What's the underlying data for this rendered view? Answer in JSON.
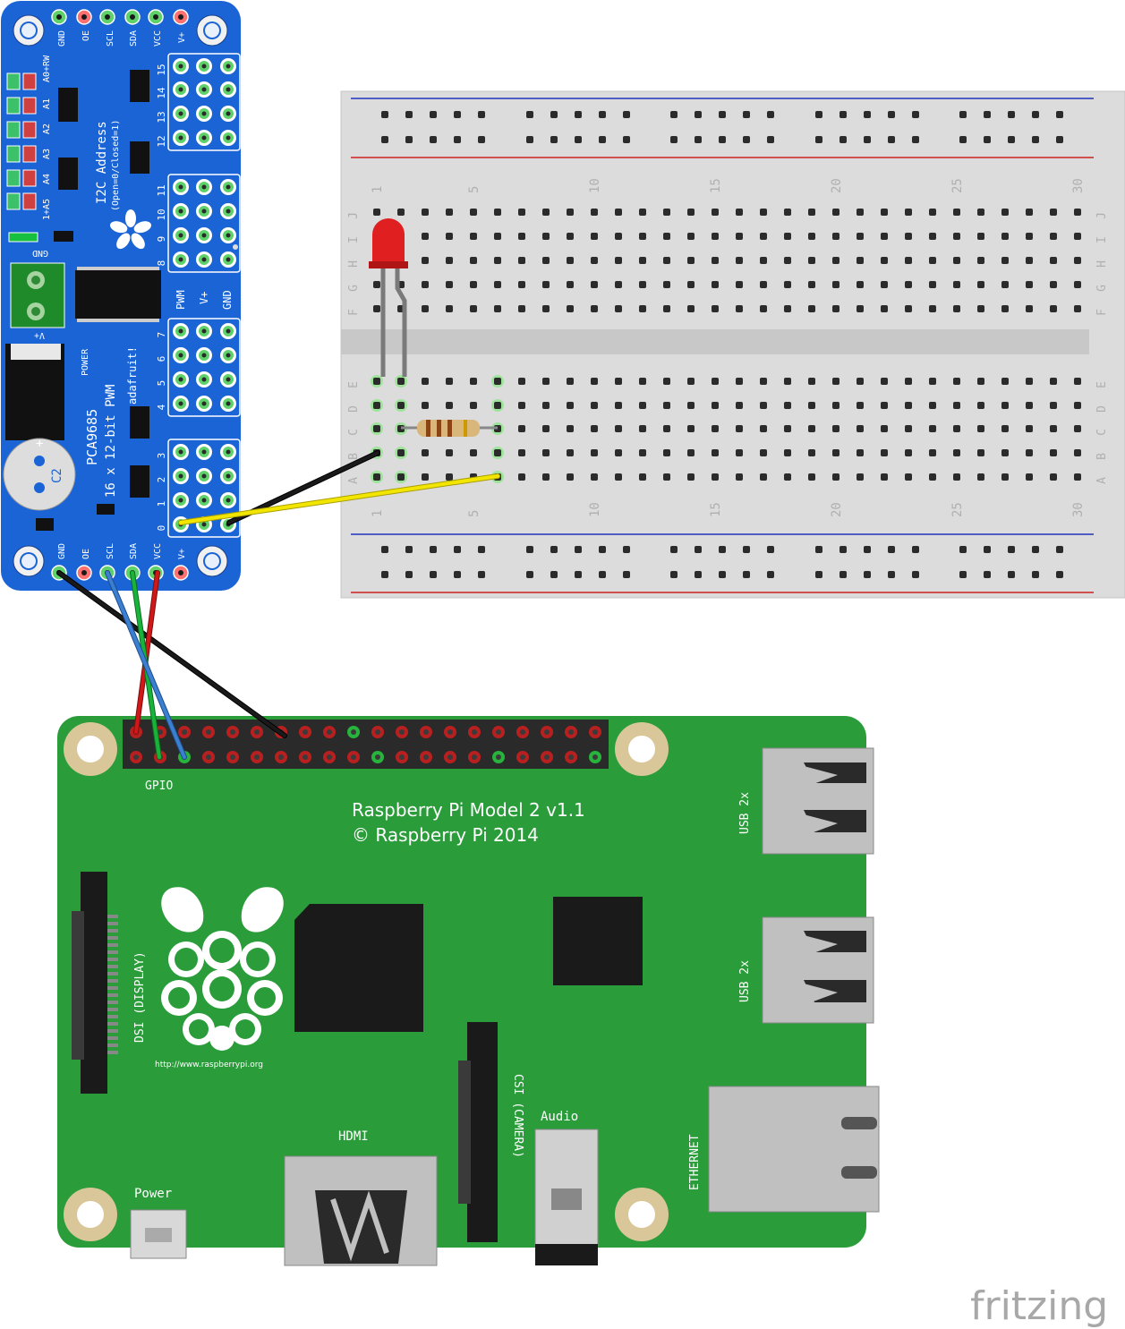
{
  "pwm_board": {
    "top_pins": [
      "GND",
      "OE",
      "SCL",
      "SDA",
      "VCC",
      "V+"
    ],
    "bottom_pins": [
      "GND",
      "OE",
      "SCL",
      "SDA",
      "VCC",
      "V+"
    ],
    "address_label": "I2C Address",
    "address_sub": "(Open=0/Closed=1)",
    "address_jumpers": [
      "A0+RW",
      "A1",
      "A2",
      "A3",
      "A4",
      "1+A5"
    ],
    "channel_numbers": [
      "15",
      "14",
      "13",
      "12",
      "11",
      "10",
      "9",
      "8",
      "7",
      "6",
      "5",
      "4",
      "3",
      "2",
      "1",
      "0"
    ],
    "header_labels": [
      "PWM",
      "V+",
      "GND"
    ],
    "terminal_gnd": "GND",
    "terminal_vplus": "V+",
    "power_label": "POWER",
    "chip_name": "PCA9685",
    "chip_desc": "16 x 12-bit PWM",
    "brand": "adafruit!",
    "capacitor": "C2",
    "capacitor_plus": "+"
  },
  "breadboard": {
    "column_numbers": [
      "1",
      "5",
      "10",
      "15",
      "20",
      "25",
      "30"
    ],
    "top_rows": [
      "J",
      "I",
      "H",
      "G",
      "F"
    ],
    "bottom_rows": [
      "E",
      "D",
      "C",
      "B",
      "A"
    ]
  },
  "raspberry_pi": {
    "title_line1": "Raspberry Pi Model 2 v1.1",
    "title_line2": "© Raspberry Pi 2014",
    "gpio_label": "GPIO",
    "usb_label_1": "USB 2x",
    "usb_label_2": "USB 2x",
    "dsi_label": "DSI (DISPLAY)",
    "csi_label": "CSI (CAMERA)",
    "audio_label": "Audio",
    "hdmi_label": "HDMI",
    "power_label": "Power",
    "ethernet_label": "ETHERNET",
    "url": "http://www.raspberrypi.org",
    "trademark": "™"
  },
  "watermark": "fritzing",
  "colors": {
    "pwm_board": "#1a64d6",
    "pi_board": "#2a9c3a",
    "wire_black": "#1a1a1a",
    "wire_yellow": "#f2e600",
    "wire_red": "#d01818",
    "wire_blue": "#3a7fd0",
    "wire_green": "#18b43a",
    "led": "#e02020"
  }
}
